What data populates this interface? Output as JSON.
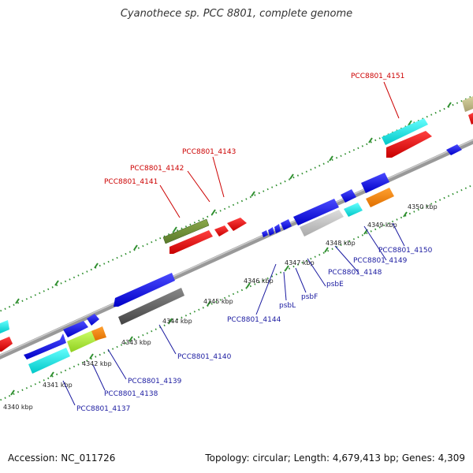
{
  "title": "Cyanothece sp. PCC 8801, complete genome",
  "footer": {
    "accession": "Accession: NC_011726",
    "summary": "Topology: circular; Length: 4,679,413 bp; Genes: 4,309"
  },
  "colors": {
    "backbone": "#888888",
    "tick": "#2f8f2f",
    "red_label": "#cc0000",
    "blue_label": "#1a1aa0"
  },
  "ticks": [
    "4340 kbp",
    "4341 kbp",
    "4342 kbp",
    "4343 kbp",
    "4344 kbp",
    "4345 kbp",
    "4346 kbp",
    "4347 kbp",
    "4348 kbp",
    "4349 kbp",
    "4350 kbp"
  ],
  "labels_red": [
    "PCC8801_4151",
    "PCC8801_4143",
    "PCC8801_4142",
    "PCC8801_4141"
  ],
  "labels_blue": [
    "PCC8801_4150",
    "PCC8801_4149",
    "PCC8801_4148",
    "psbE",
    "psbF",
    "psbL",
    "PCC8801_4144",
    "PCC8801_4140",
    "PCC8801_4139",
    "PCC8801_4138",
    "PCC8801_4137"
  ]
}
